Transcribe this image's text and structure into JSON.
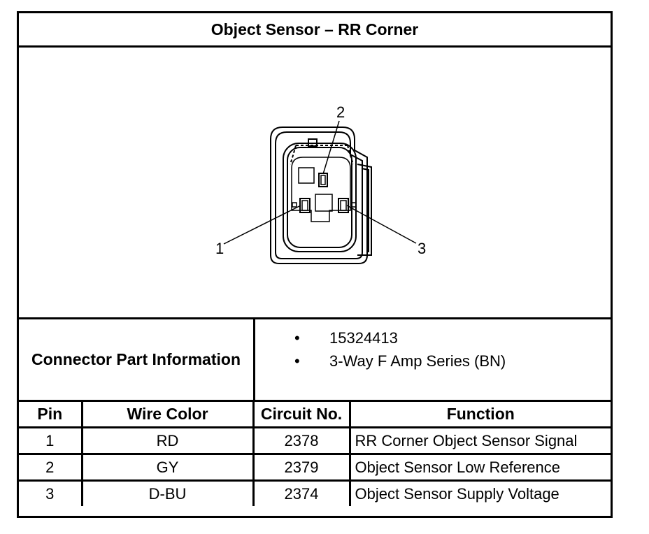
{
  "title": "Object Sensor – RR Corner",
  "diagram": {
    "pin_callouts": [
      "1",
      "2",
      "3"
    ]
  },
  "connector_info": {
    "label": "Connector Part Information",
    "items": [
      "15324413",
      "3-Way F Amp Series (BN)"
    ],
    "bullet": "•"
  },
  "table": {
    "headers": [
      "Pin",
      "Wire Color",
      "Circuit No.",
      "Function"
    ],
    "rows": [
      [
        "1",
        "RD",
        "2378",
        "RR Corner Object Sensor Signal"
      ],
      [
        "2",
        "GY",
        "2379",
        "Object Sensor Low Reference"
      ],
      [
        "3",
        "D-BU",
        "2374",
        "Object Sensor Supply Voltage"
      ]
    ]
  }
}
